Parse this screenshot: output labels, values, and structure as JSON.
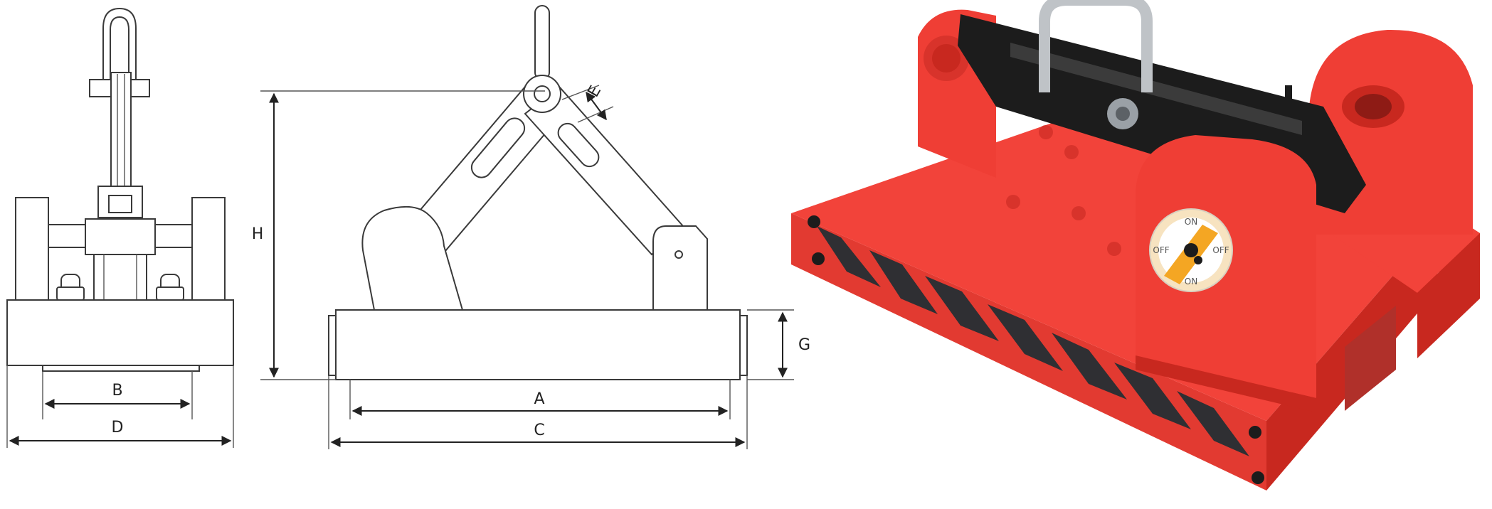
{
  "dimensions": {
    "front_view": {
      "B": "B",
      "D": "D"
    },
    "side_view": {
      "A": "A",
      "C": "C",
      "G": "G",
      "H": "H",
      "E": "E"
    }
  },
  "switch_dial": {
    "top": "ON",
    "right": "OFF",
    "bottom": "ON",
    "left": "OFF"
  },
  "colors": {
    "body_red": "#f2433a",
    "body_red_dark": "#c8281f",
    "stripe_dark": "#2f2f33",
    "arm_black": "#1c1c1c",
    "dial_orange": "#f4a623",
    "shackle_steel": "#bfc3c7"
  }
}
